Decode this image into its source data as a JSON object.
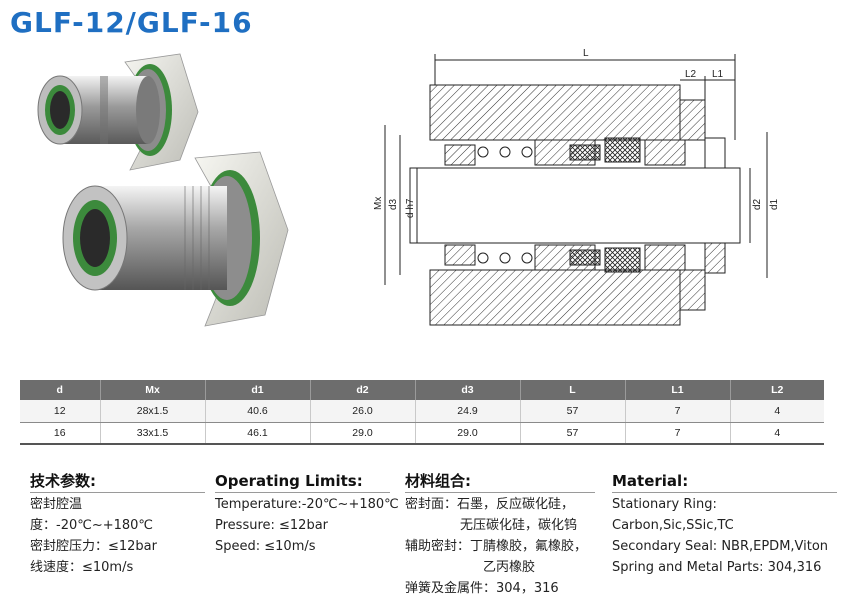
{
  "title": "GLF-12/GLF-16",
  "drawing_labels": {
    "L": "L",
    "L2": "L2",
    "L1": "L1",
    "Mx": "Mx",
    "d3": "d3",
    "dh7": "d h7",
    "d2": "d2",
    "d1": "d1"
  },
  "table": {
    "headers": [
      "d",
      "Mx",
      "d1",
      "d2",
      "d3",
      "L",
      "L1",
      "L2"
    ],
    "rows": [
      [
        "12",
        "28x1.5",
        "40.6",
        "26.0",
        "24.9",
        "57",
        "7",
        "4"
      ],
      [
        "16",
        "33x1.5",
        "46.1",
        "29.0",
        "29.0",
        "57",
        "7",
        "4"
      ]
    ]
  },
  "columns": {
    "tech": {
      "heading": "技术参数:",
      "lines": [
        "密封腔温度：-20℃~+180℃",
        "密封腔压力：≤12bar",
        "线速度：≤10m/s"
      ]
    },
    "limits": {
      "heading": "Operating Limits:",
      "lines": [
        "Temperature:-20℃~+180℃",
        "Pressure: ≤12bar",
        "Speed: ≤10m/s"
      ]
    },
    "material_cn": {
      "heading": "材料组合:",
      "lines": [
        "密封面：石墨，反应碳化硅，",
        "无压碳化硅，碳化钨",
        "辅助密封：丁腈橡胶，氟橡胶，",
        "乙丙橡胶",
        "弹簧及金属件：304，316"
      ]
    },
    "material_en": {
      "heading": "Material:",
      "lines": [
        "Stationary Ring: Carbon,Sic,SSic,TC",
        "Secondary Seal: NBR,EPDM,Viton",
        "Spring and Metal Parts: 304,316"
      ]
    }
  },
  "colors": {
    "title": "#1f6fc2",
    "header_bg": "#6d6d6d",
    "seal_green": "#3c8a3c"
  }
}
